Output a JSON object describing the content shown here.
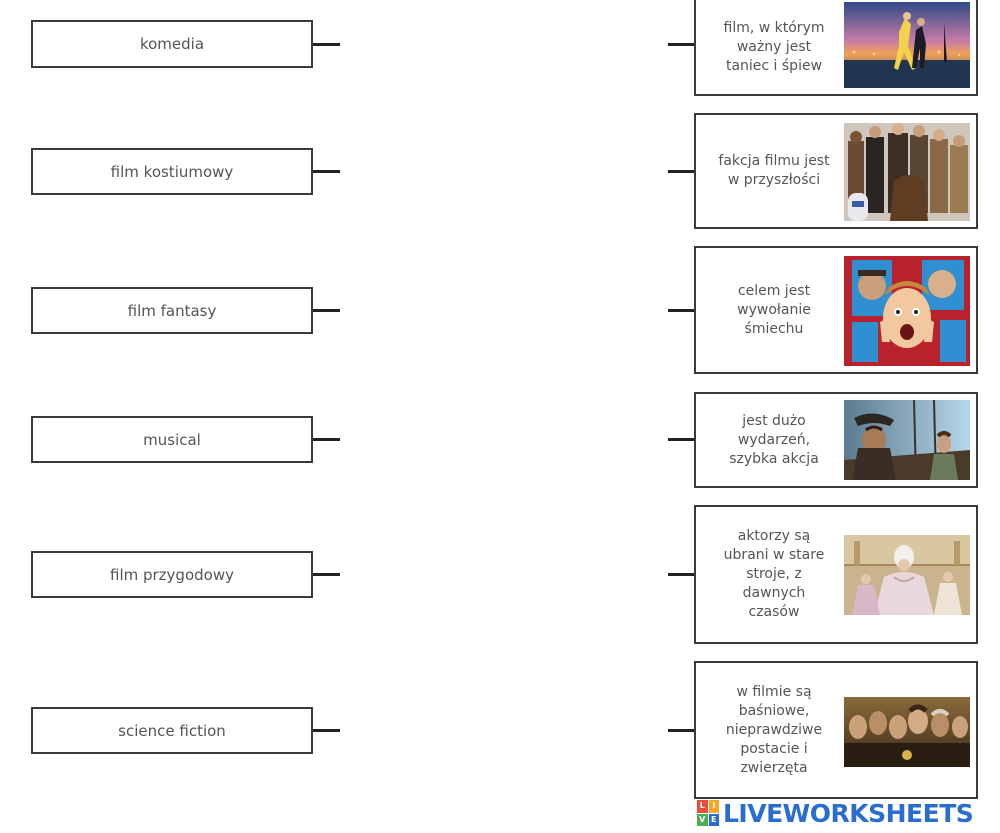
{
  "left_items": [
    {
      "label": "komedia"
    },
    {
      "label": "film kostiumowy"
    },
    {
      "label": "film fantasy"
    },
    {
      "label": "musical"
    },
    {
      "label": "film przygodowy"
    },
    {
      "label": "science fiction"
    }
  ],
  "right_items": [
    {
      "text": "film, w którym\nważny jest\ntaniec i śpiew"
    },
    {
      "text": "fakcja filmu jest\nw przyszłości"
    },
    {
      "text": "celem jest\nwywołanie\nśmiechu"
    },
    {
      "text": "jest dużo\nwydarzeń,\nszybka akcja"
    },
    {
      "text": "aktorzy są\nubrani w stare\nstroje, z\ndawnych\nczasów"
    },
    {
      "text": "w filmie są\nbaśniowe,\nnieprawdziwe\npostacie i\nzwierzęta"
    }
  ],
  "logo": {
    "badge": [
      "L",
      "I",
      "V",
      "E"
    ],
    "text": "LIVEWORKSHEETS",
    "colors": [
      "#e84c3d",
      "#f5a623",
      "#4caf50",
      "#2a6dd1"
    ]
  }
}
